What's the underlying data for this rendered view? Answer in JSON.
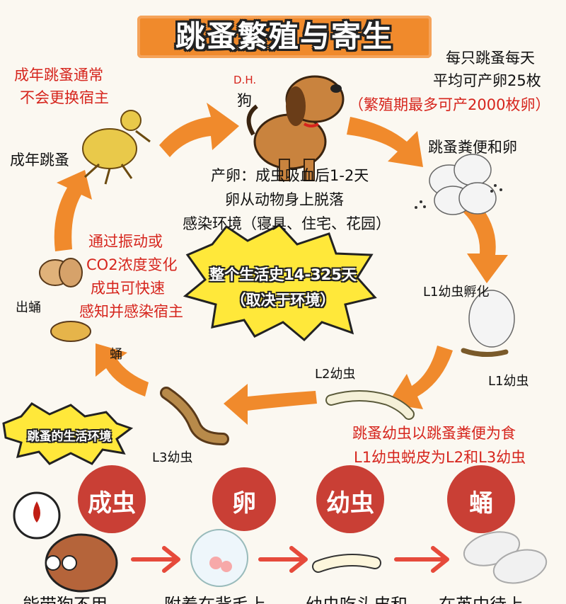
{
  "title": "跳蚤繁殖与寄生",
  "dog": {
    "owner_label": "D.H.",
    "name": "狗"
  },
  "egg_rate": {
    "line1": "每只跳蚤每天",
    "line2": "平均可产卵25枚",
    "line3": "（繁殖期最多可产2000枚卵）"
  },
  "adult_note": {
    "line1": "成年跳蚤通常",
    "line2": "不会更换宿主"
  },
  "adult_flea": "成年跳蚤",
  "laying": {
    "line1": "产卵：成虫吸血后1-2天",
    "line2": "卵从动物身上脱落",
    "line3": "感染环境（寝具、住宅、花园）"
  },
  "feces_eggs": "跳蚤粪便和卵",
  "lifespan": {
    "line1": "整个生活史14-325天",
    "line2": "（取决于环境）"
  },
  "emerge_note": {
    "line1": "通过振动或",
    "line2": "CO2浓度变化",
    "line3": "成虫可快速",
    "line4": "感知并感染宿主"
  },
  "emerge": "出蛹",
  "pupa": "蛹",
  "l1_hatch": "L1幼虫孵化",
  "l1": "L1幼虫",
  "l2": "L2幼虫",
  "l3": "L3幼虫",
  "larva_note": {
    "line1": "跳蚤幼虫以跳蚤粪便为食",
    "line2": "L1幼虫蜕皮为L2和L3幼虫"
  },
  "environment_tag": "跳蚤的生活环境",
  "stages": [
    "成虫",
    "卵",
    "幼虫",
    "蛹"
  ],
  "bottom_captions": [
    "能带狗不用",
    "附着在背毛上",
    "幼虫吃头皮和",
    "在茧中待上"
  ],
  "colors": {
    "orange": "#f08a2c",
    "red": "#d6251d",
    "yellow": "#ffe83a",
    "bottom_arrow": "#e64a3b"
  }
}
